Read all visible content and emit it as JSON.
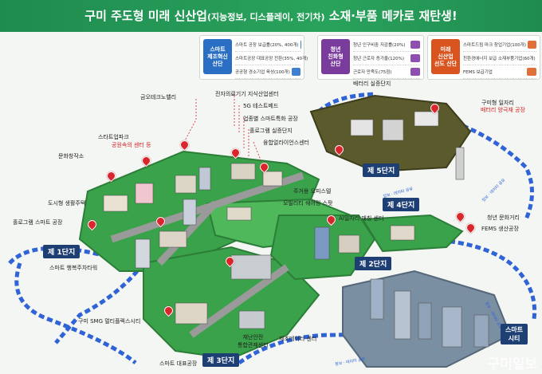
{
  "banner": {
    "title": "구미 주도형 미래 신산업",
    "sub": "(지능정보, 디스플레이, 전기차)",
    "tail": " 소재·부품 메카로 재탄생!"
  },
  "panels": [
    {
      "head": "스마트\n제조혁신\n산단",
      "color": "#2a6fc4",
      "rows": [
        "스마트 공장 보급률(20%, 400개)",
        "스마트공장 대표공장 전환(35%, 40개)",
        "공공형 경소기업 육성(100개)"
      ]
    },
    {
      "head": "청년\n친화형\n산단",
      "color": "#7a3c9c",
      "rows": [
        "청년 인구비중 저감률(20%)",
        "청년 근로자 증가율(120%)",
        "근로자 만족도(75점)"
      ]
    },
    {
      "head": "미래\n신산업\n선도 산단",
      "color": "#d9541e",
      "rows": [
        "스마트드림 마크 창업기업(100개)",
        "친환경에너지 보급 소재부품기업(60개)",
        "FEMS 보급기업"
      ]
    }
  ],
  "zones": [
    "제 1단지",
    "제 2단지",
    "제 3단지",
    "제 4단지",
    "제 5단지",
    "스마트\n시티"
  ],
  "labels": [
    "금오테크노밸리",
    "전자의료기기 지식산업센터",
    "5G 테스트베드",
    "업종별 스마트특화 공장",
    "홀로그램 실증단지",
    "융합얼라이언스센터",
    "스타트업파크",
    "공원속의 센터 등",
    "문화창작소",
    "주거용 오피스텔",
    "도시형 생활주택",
    "모빌리티 쉐어링 스팟",
    "홀로그램 스마트 공장",
    "AI일자리 매칭 센터",
    "스마트 행복주차타워",
    "구미 SMG 멀티플렉스시티",
    "재난안전\n통합관제센터",
    "제조데이터 센터",
    "스마트 대표공장",
    "배터리 실증단지",
    "구미형 일자리",
    "배터리 양극재 공장",
    "청년 문화거리",
    "FEMS 생산공장"
  ],
  "road_labels": [
    "정보 · 데이터 공유",
    "정보 · 데이터 공유",
    "정보 · 데이터 공유",
    "정보 · 데이터 공유"
  ],
  "watermark": "구미일보"
}
